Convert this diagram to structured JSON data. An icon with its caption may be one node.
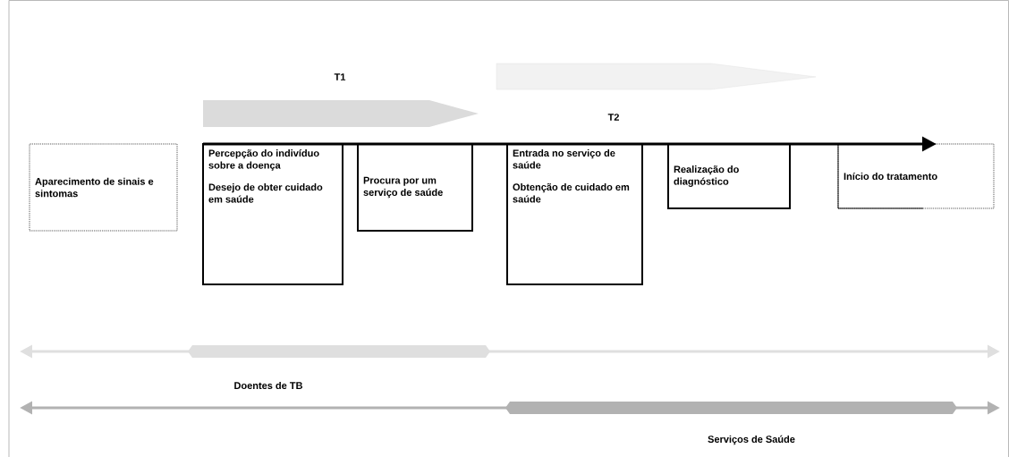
{
  "diagram": {
    "nodes": [
      {
        "text": [
          "Aparecimento de sinais e sintomas"
        ]
      },
      {
        "text": [
          "Percepção do indivíduo sobre a doença",
          "Desejo de obter cuidado em saúde"
        ]
      },
      {
        "text": [
          "Procura por um serviço de saúde"
        ]
      },
      {
        "text": [
          "Entrada no serviço de saúde",
          "Obtenção de cuidado em saúde"
        ]
      },
      {
        "text": [
          "Realização do diagnóstico"
        ]
      },
      {
        "text": [
          "Início do tratamento"
        ]
      }
    ],
    "edges": [
      {
        "from": 1,
        "to": 5,
        "arrow": "to"
      }
    ],
    "labels": [
      "T1",
      "T2",
      "Doentes de TB",
      "Serviços de Saúde"
    ]
  }
}
